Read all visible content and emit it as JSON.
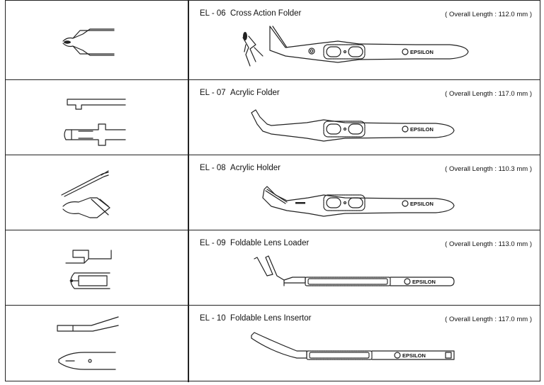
{
  "brand": "EPSILON",
  "instruments": [
    {
      "code": "EL - 06",
      "name": "Cross Action Folder",
      "length": "( Overall Length : 112.0 mm )"
    },
    {
      "code": "EL - 07",
      "name": "Acrylic Folder",
      "length": "( Overall Length : 117.0 mm )"
    },
    {
      "code": "EL - 08",
      "name": "Acrylic Holder",
      "length": "( Overall Length : 110.3 mm )"
    },
    {
      "code": "EL - 09",
      "name": "Foldable Lens Loader",
      "length": "( Overall Length : 113.0 mm )"
    },
    {
      "code": "EL - 10",
      "name": "Foldable Lens Insertor",
      "length": "( Overall Length : 117.0 mm )"
    }
  ]
}
